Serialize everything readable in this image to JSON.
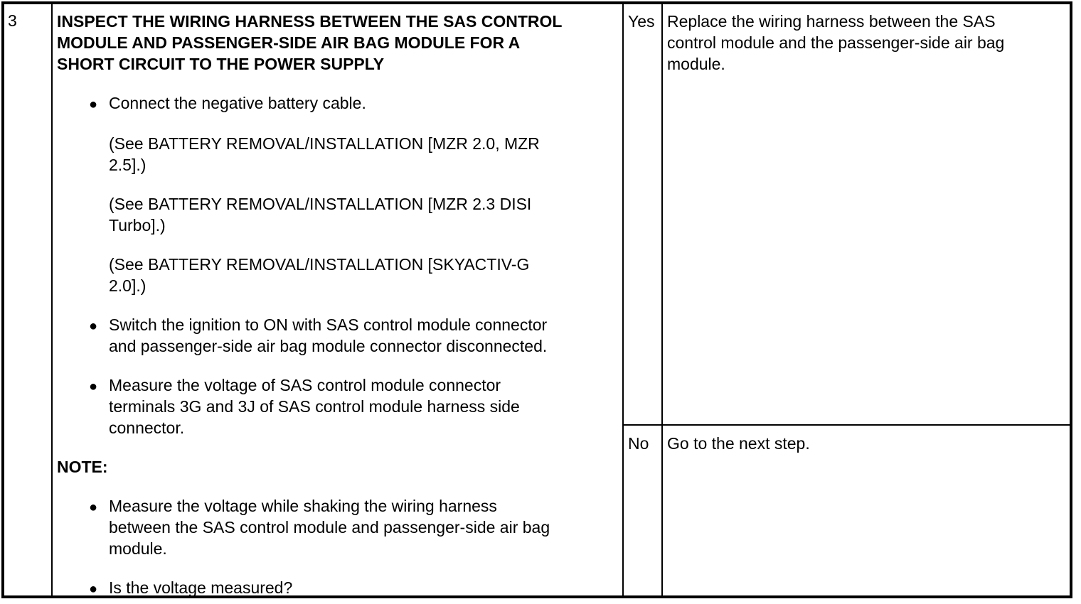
{
  "page": {
    "background_color": "#ffffff",
    "text_color": "#000000",
    "border_color": "#000000"
  },
  "table": {
    "step_number": "3",
    "procedure": {
      "title": "INSPECT THE WIRING HARNESS BETWEEN THE SAS CONTROL\nMODULE AND PASSENGER-SIDE AIR BAG MODULE FOR A\nSHORT CIRCUIT TO THE POWER SUPPLY",
      "bullet_glyph": "●",
      "step_connect": "Connect the negative battery cable.",
      "references": [
        "(See BATTERY REMOVAL/INSTALLATION [MZR 2.0, MZR\n2.5].)",
        "(See BATTERY REMOVAL/INSTALLATION [MZR 2.3 DISI\nTurbo].)",
        "(See BATTERY REMOVAL/INSTALLATION [SKYACTIV-G\n2.0].)"
      ],
      "step_switch": "Switch the ignition to ON with SAS control module connector\nand passenger-side air bag module connector disconnected.",
      "step_measure": "Measure the voltage of SAS control module connector\nterminals 3G and 3J of SAS control module harness side\nconnector.",
      "note_label": "NOTE:",
      "note_bullet": "Measure the voltage while shaking the wiring harness\nbetween the SAS control module and passenger-side air bag\nmodule.",
      "question": "Is the voltage measured?"
    },
    "results": {
      "yes": {
        "label": "Yes",
        "action": "Replace the wiring harness between the SAS\ncontrol module and the passenger-side air bag\nmodule."
      },
      "no": {
        "label": "No",
        "action": "Go to the next step."
      }
    }
  }
}
